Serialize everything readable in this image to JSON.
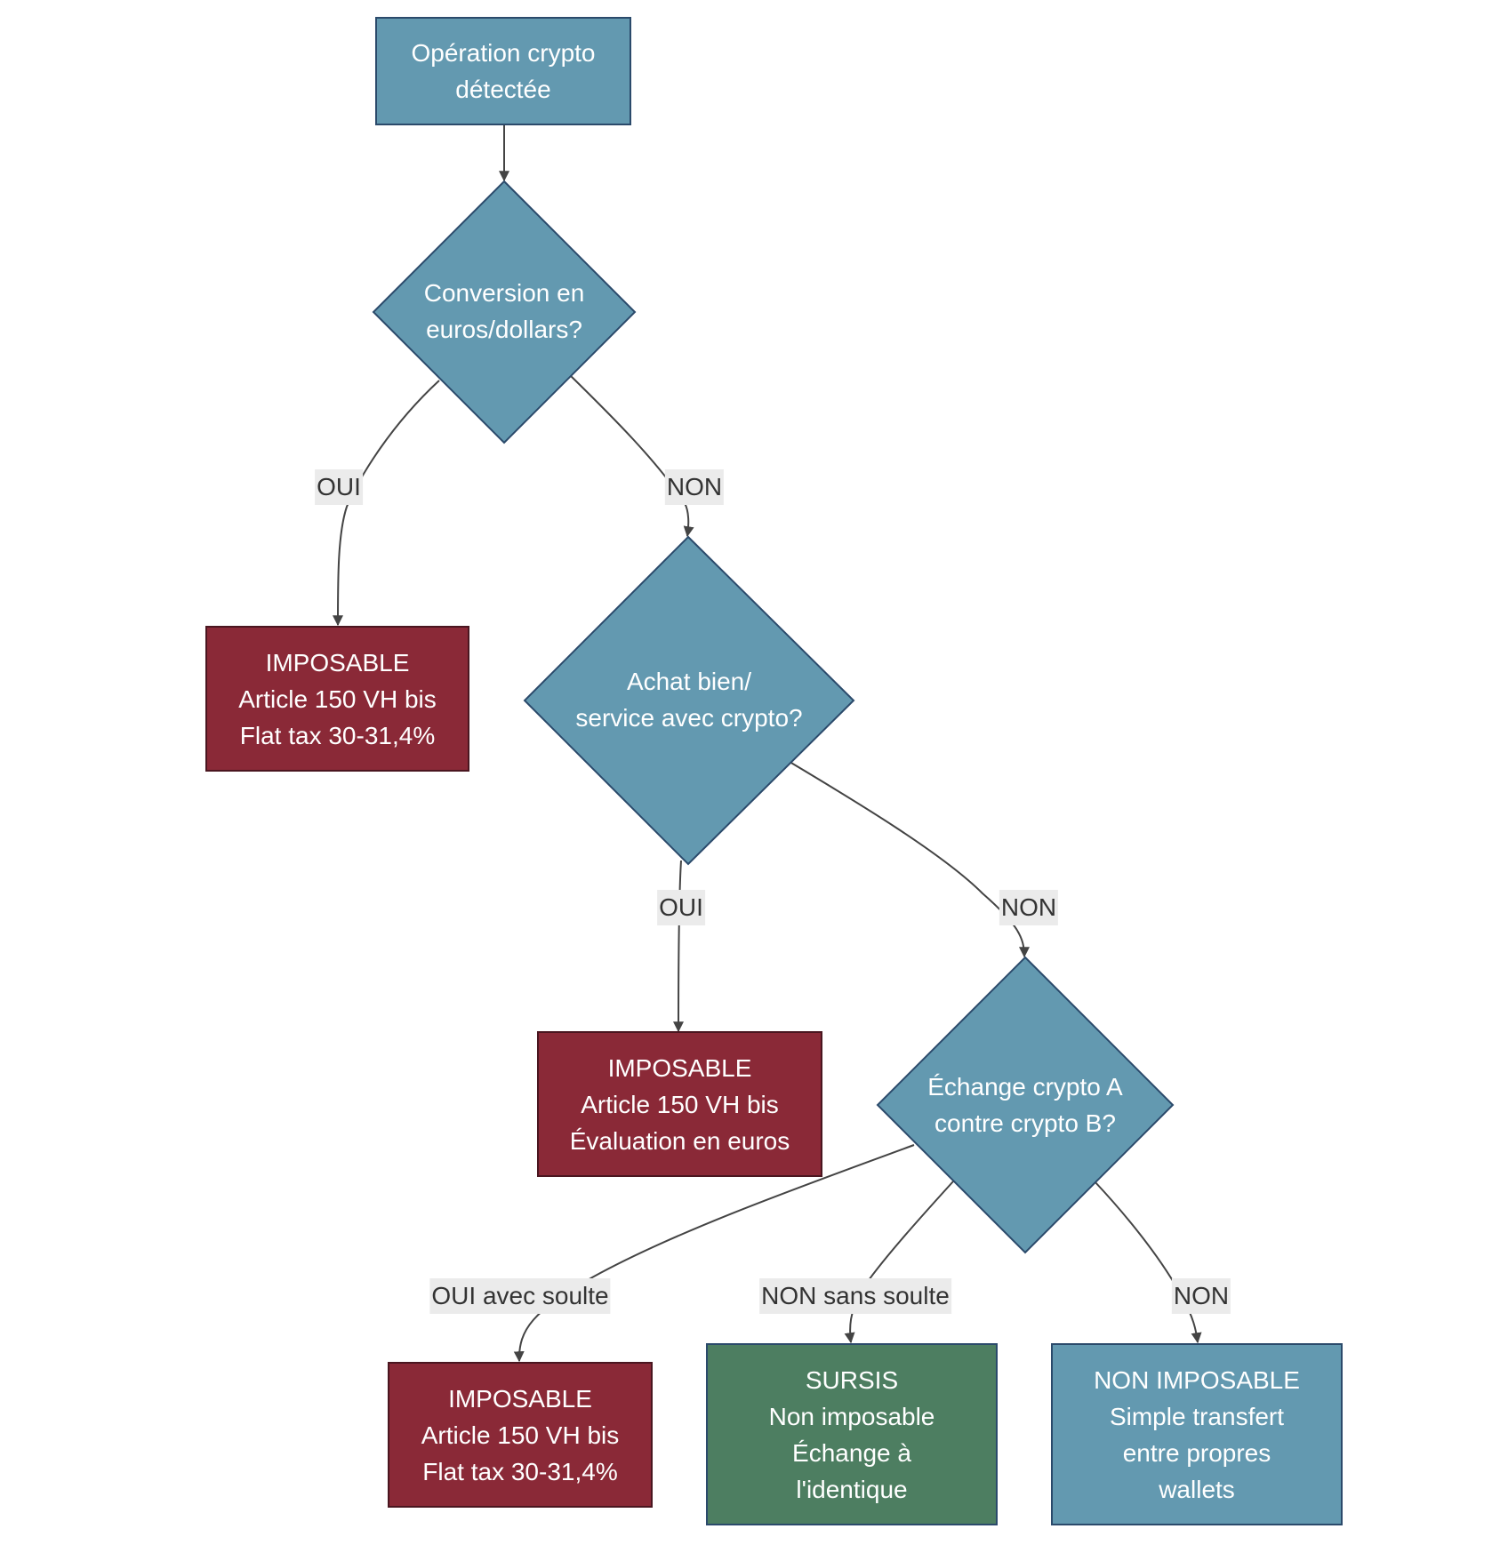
{
  "colors": {
    "blue": "#6399b0",
    "blue_border": "#2b4a6b",
    "red": "#8a2937",
    "red_border": "#4a1620",
    "green": "#4d7e61",
    "green_border": "#2b4a6b",
    "edge": "#444444",
    "label_bg": "#ebebeb"
  },
  "nodes": {
    "start": "Opération crypto\ndétectée",
    "q1": "Conversion en\neuros/dollars?",
    "r1": "IMPOSABLE\nArticle 150 VH bis\nFlat tax 30-31,4%",
    "q2": "Achat bien/\nservice avec crypto?",
    "r2": "IMPOSABLE\nArticle 150 VH bis\nÉvaluation en euros",
    "q3": "Échange crypto A\ncontre crypto B?",
    "r3": "IMPOSABLE\nArticle 150 VH bis\nFlat tax 30-31,4%",
    "r4": "SURSIS\nNon imposable\nÉchange à\nl'identique",
    "r5": "NON IMPOSABLE\nSimple transfert\nentre propres\nwallets"
  },
  "edges": {
    "q1_oui": "OUI",
    "q1_non": "NON",
    "q2_oui": "OUI",
    "q2_non": "NON",
    "q3_oui_soulte": "OUI avec soulte",
    "q3_non_sans_soulte": "NON sans soulte",
    "q3_non": "NON"
  }
}
